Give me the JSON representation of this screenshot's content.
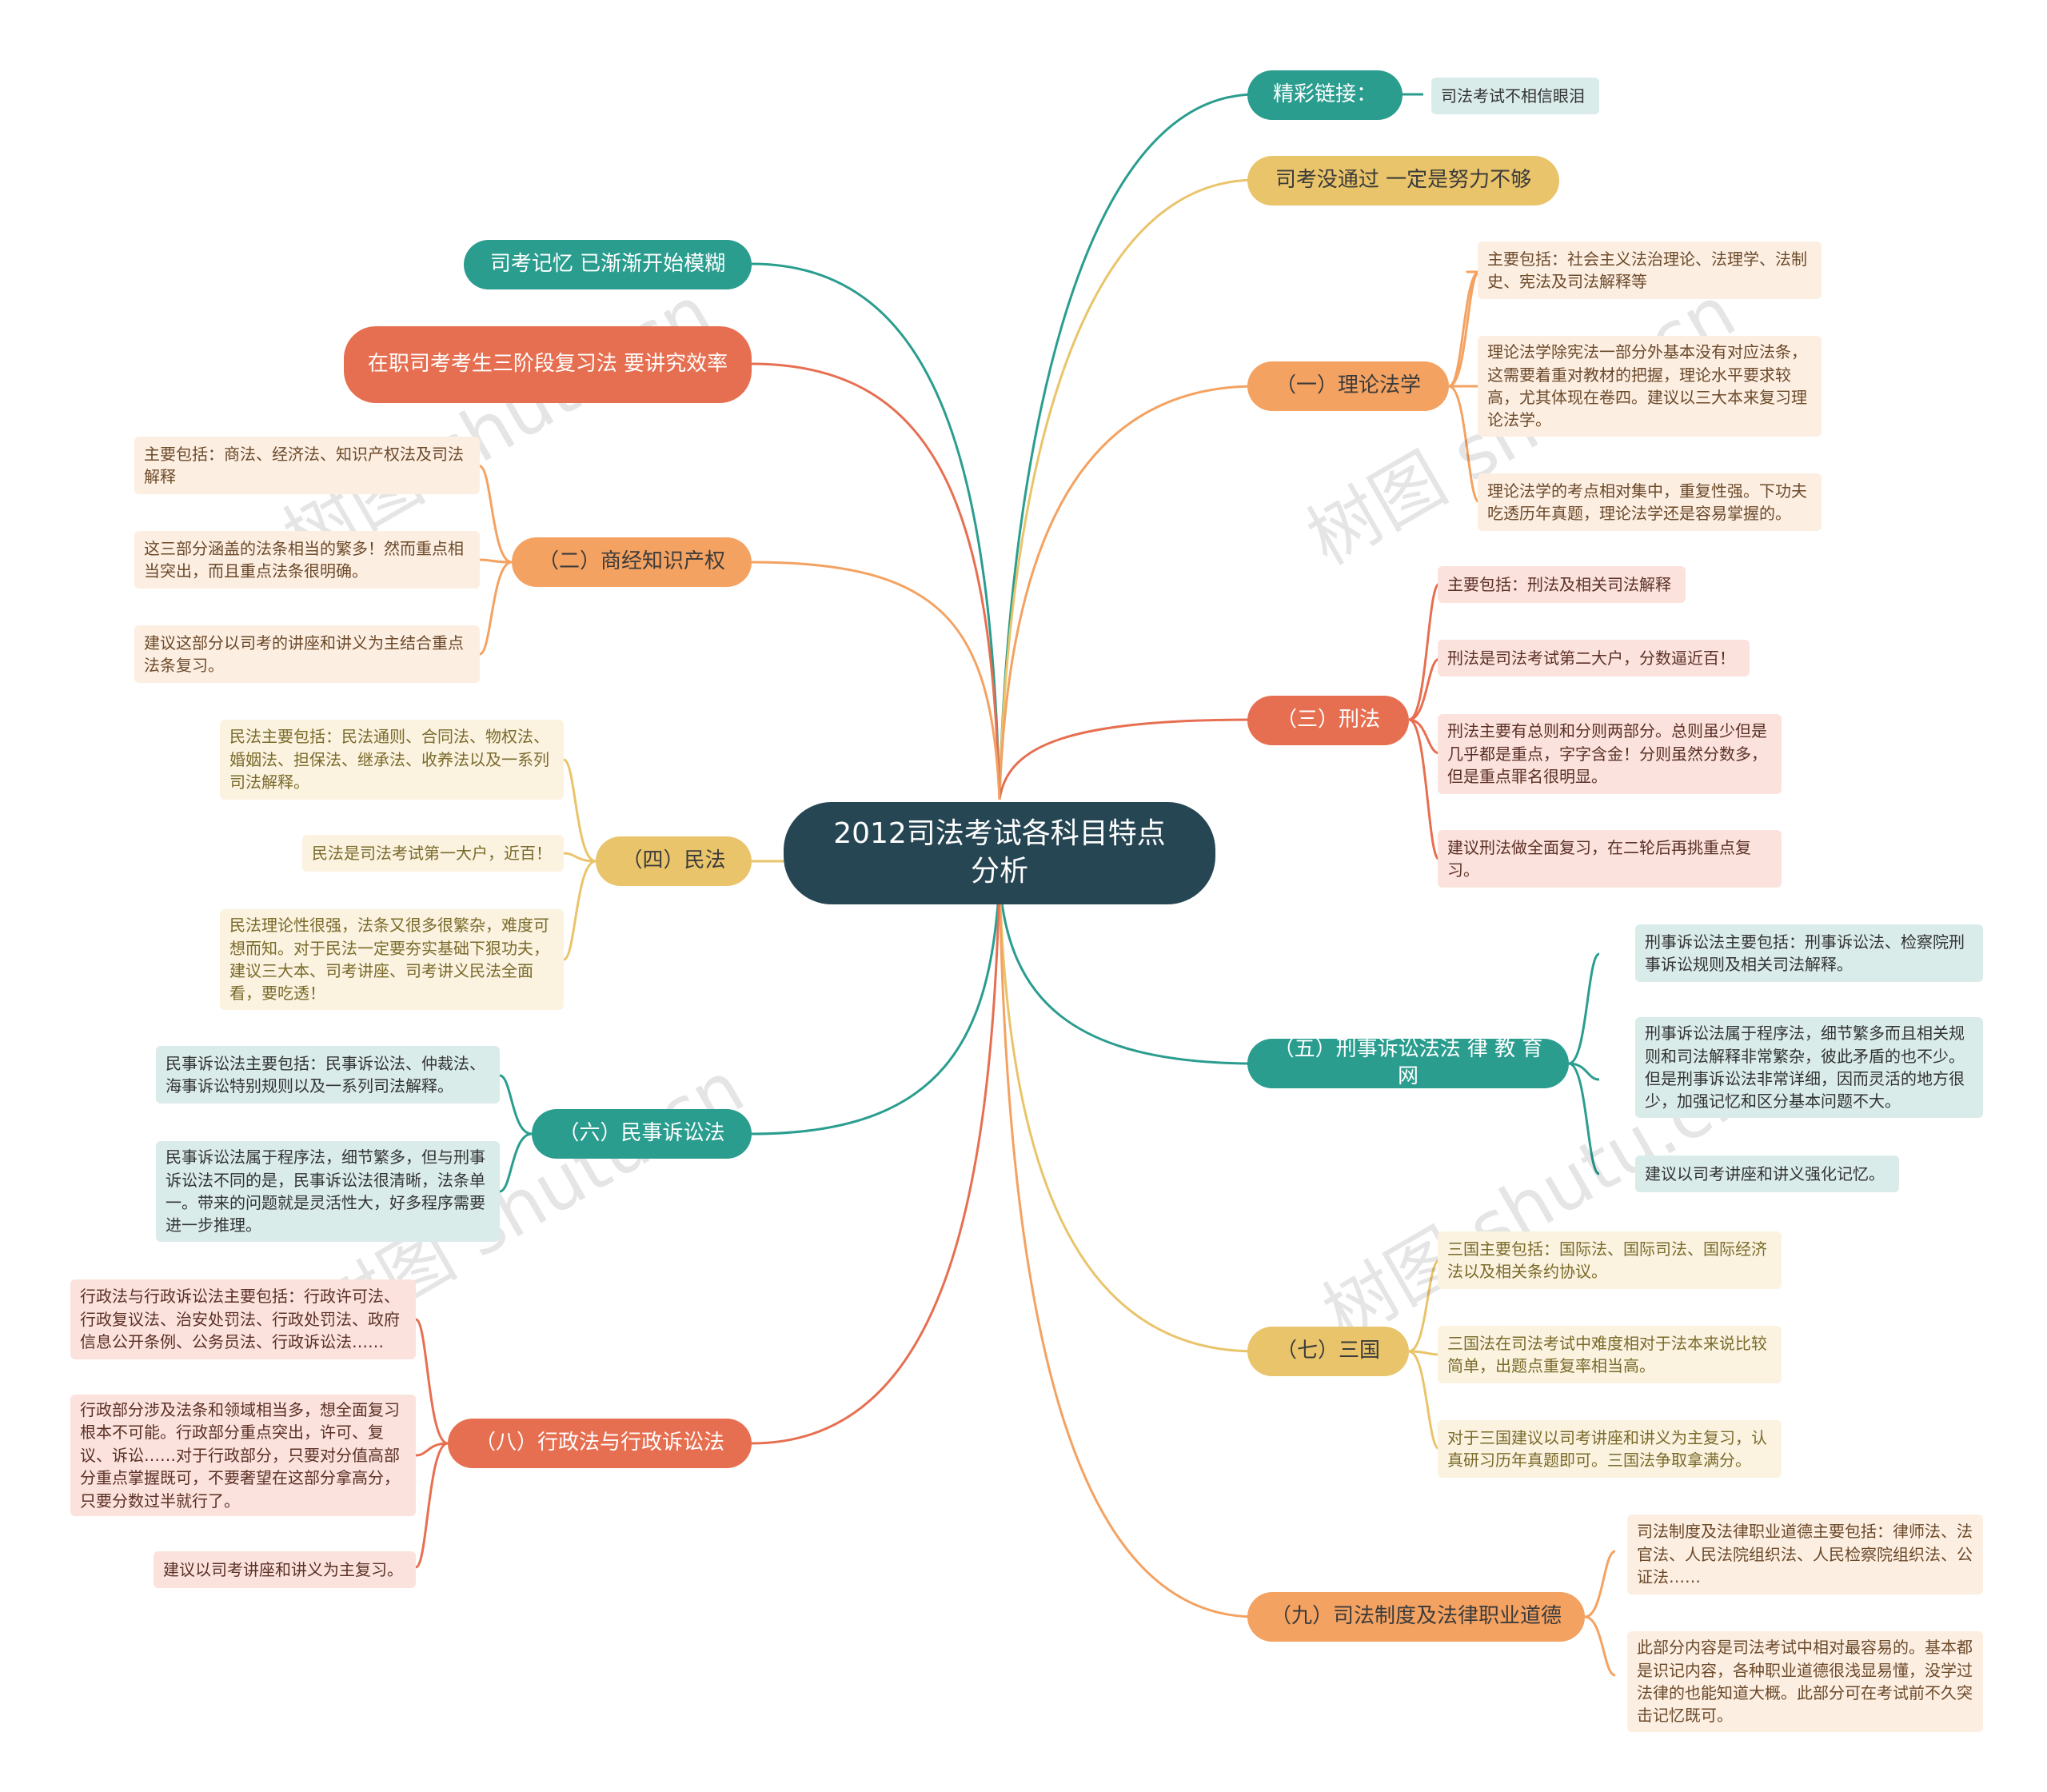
{
  "root": "2012司法考试各科目特点分析",
  "right": {
    "jingcai": {
      "label": "精彩链接：",
      "link": "司法考试不相信眼泪"
    },
    "mei_tongguo": "司考没通过 一定是努力不够",
    "lilun": {
      "label": "（一）理论法学",
      "leaves": [
        "主要包括：社会主义法治理论、法理学、法制史、宪法及司法解释等",
        "理论法学除宪法一部分外基本没有对应法条，这需要着重对教材的把握，理论水平要求较高，尤其体现在卷四。建议以三大本来复习理论法学。",
        "理论法学的考点相对集中，重复性强。下功夫吃透历年真题，理论法学还是容易掌握的。"
      ]
    },
    "xingfa": {
      "label": "（三）刑法",
      "leaves": [
        "主要包括：刑法及相关司法解释",
        "刑法是司法考试第二大户，分数逼近百！",
        "刑法主要有总则和分则两部分。总则虽少但是几乎都是重点，字字含金！分则虽然分数多，但是重点罪名很明显。",
        "建议刑法做全面复习，在二轮后再挑重点复习。"
      ]
    },
    "xingsu": {
      "label": "（五）刑事诉讼法法 律 教 育 网",
      "leaves": [
        "刑事诉讼法主要包括：刑事诉讼法、检察院刑事诉讼规则及相关司法解释。",
        "刑事诉讼法属于程序法，细节繁多而且相关规则和司法解释非常繁杂，彼此矛盾的也不少。但是刑事诉讼法非常详细，因而灵活的地方很少，加强记忆和区分基本问题不大。",
        "建议以司考讲座和讲义强化记忆。"
      ]
    },
    "sanguo": {
      "label": "（七）三国",
      "leaves": [
        "三国主要包括：国际法、国际司法、国际经济法以及相关条约协议。",
        "三国法在司法考试中难度相对于法本来说比较简单，出题点重复率相当高。",
        "对于三国建议以司考讲座和讲义为主复习，认真研习历年真题即可。三国法争取拿满分。"
      ]
    },
    "sifa_zhidu": {
      "label": "（九）司法制度及法律职业道德",
      "leaves": [
        "司法制度及法律职业道德主要包括：律师法、法官法、人民法院组织法、人民检察院组织法、公证法……",
        "此部分内容是司法考试中相对最容易的。基本都是识记内容，各种职业道德很浅显易懂，没学过法律的也能知道大概。此部分可在考试前不久突击记忆既可。"
      ]
    }
  },
  "left": {
    "jiyi": "司考记忆 已渐渐开始模糊",
    "zaizhi": "在职司考考生三阶段复习法 要讲究效率",
    "shangjing": {
      "label": "（二）商经知识产权",
      "leaves": [
        "主要包括：商法、经济法、知识产权法及司法解释",
        "这三部分涵盖的法条相当的繁多！然而重点相当突出，而且重点法条很明确。",
        "建议这部分以司考的讲座和讲义为主结合重点法条复习。"
      ]
    },
    "minfa": {
      "label": "（四）民法",
      "leaves": [
        "民法主要包括：民法通则、合同法、物权法、婚姻法、担保法、继承法、收养法以及一系列司法解释。",
        "民法是司法考试第一大户，近百！",
        "民法理论性很强，法条又很多很繁杂，难度可想而知。对于民法一定要夯实基础下狠功夫，建议三大本、司考讲座、司考讲义民法全面看，要吃透！"
      ]
    },
    "minsu": {
      "label": "（六）民事诉讼法",
      "leaves": [
        "民事诉讼法主要包括：民事诉讼法、仲裁法、海事诉讼特别规则以及一系列司法解释。",
        "民事诉讼法属于程序法，细节繁多，但与刑事诉讼法不同的是，民事诉讼法很清晰，法条单一。带来的问题就是灵活性大，好多程序需要进一步推理。"
      ]
    },
    "xingzheng": {
      "label": "（八）行政法与行政诉讼法",
      "leaves": [
        "行政法与行政诉讼法主要包括：行政许可法、行政复议法、治安处罚法、行政处罚法、政府信息公开条例、公务员法、行政诉讼法……",
        "行政部分涉及法条和领域相当多，想全面复习根本不可能。行政部分重点突出，许可、复议、诉讼……对于行政部分，只要对分值高部分重点掌握既可，不要奢望在这部分拿高分，只要分数过半就行了。",
        "建议以司考讲座和讲义为主复习。"
      ]
    }
  },
  "watermark": "树图 shutu.cn",
  "colors": {
    "teal": "#2a9d8f",
    "yellow": "#e9c46a",
    "orange": "#f4a261",
    "red": "#e76f51",
    "root": "#264653"
  }
}
